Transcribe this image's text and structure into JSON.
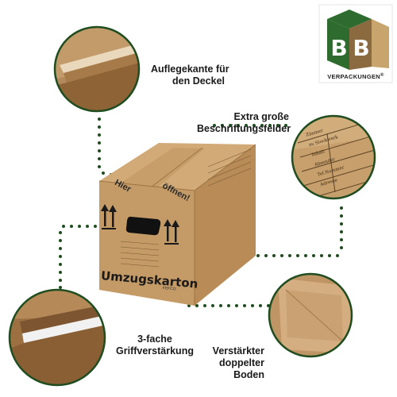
{
  "logo": {
    "letter_left": "B",
    "letter_right": "B",
    "brand": "VERPACKUNGEN",
    "registered": "®",
    "colors": {
      "green": "#2e6b2e",
      "brown": "#7a5a33",
      "light": "#e8e8e8"
    }
  },
  "callouts": {
    "top_left": {
      "line1": "Auflegekante für",
      "line2": "den Deckel"
    },
    "top_right": {
      "line1": "Extra große",
      "line2": "Beschriftungsfelder"
    },
    "bottom_left": {
      "line1": "3-fache",
      "line2": "Griffverstärkung"
    },
    "bottom_right": {
      "line1": "Verstärkter",
      "line2": "doppelter Boden"
    }
  },
  "box": {
    "name": "Umzugskarton",
    "top_text_left": "Hier",
    "top_text_right": "öffnen!",
    "small_text": "FEFCO"
  },
  "form_fields": [
    "Zimmer",
    "zu Stockwerk",
    "Inhalt",
    "Absender",
    "Tel.Nummer",
    "Adresse"
  ],
  "colors": {
    "cardboard": "#c49a66",
    "cardboard_dark": "#a57b49",
    "cardboard_light": "#d7b384",
    "dots": "#1f4d1f",
    "circle_border": "#1f4d1f"
  }
}
